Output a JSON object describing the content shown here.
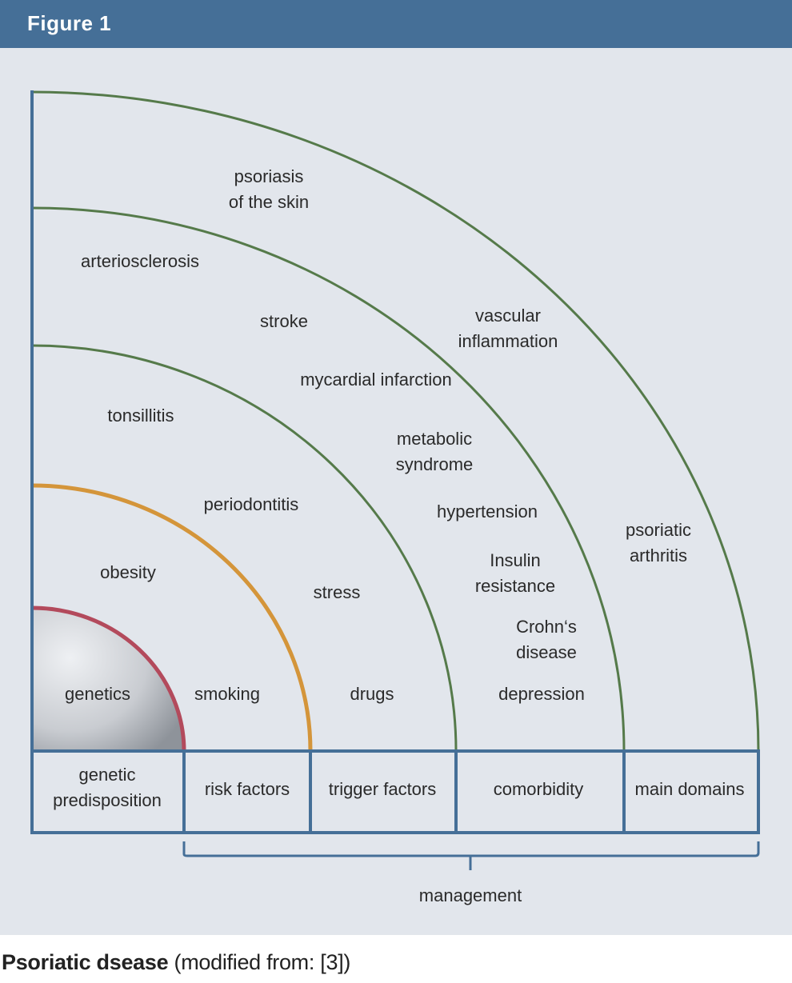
{
  "header": {
    "title": "Figure 1"
  },
  "colors": {
    "header": "#456f97",
    "panel": "#e2e6ec",
    "axis": "#456f97",
    "genetic_ring": "#b34a5c",
    "risk_ring": "#d4953a",
    "outer_rings": "#557a4a"
  },
  "rings": {
    "genetics": [
      "genetics"
    ],
    "risk": [
      "smoking",
      "obesity",
      "periodontitis",
      "tonsillitis"
    ],
    "trigger": [
      "drugs",
      "stress"
    ],
    "comorbidity": [
      "depression",
      "Crohn‘s",
      "disease",
      "Insulin",
      "resistance",
      "hypertension",
      "metabolic",
      "syndrome",
      "mycardial infarction",
      "stroke",
      "arteriosclerosis"
    ],
    "main": [
      "psoriatic",
      "arthritis",
      "vascular",
      "inflammation",
      "psoriasis",
      "of the skin"
    ]
  },
  "table": {
    "genetic_1": "genetic",
    "genetic_2": "predisposition",
    "risk": "risk factors",
    "trigger": "trigger factors",
    "comorbidity": "comorbidity",
    "main": "main domains"
  },
  "bracket_label": "management",
  "caption": {
    "bold": "Psoriatic dsease",
    "rest": " (modified from: [3])"
  }
}
